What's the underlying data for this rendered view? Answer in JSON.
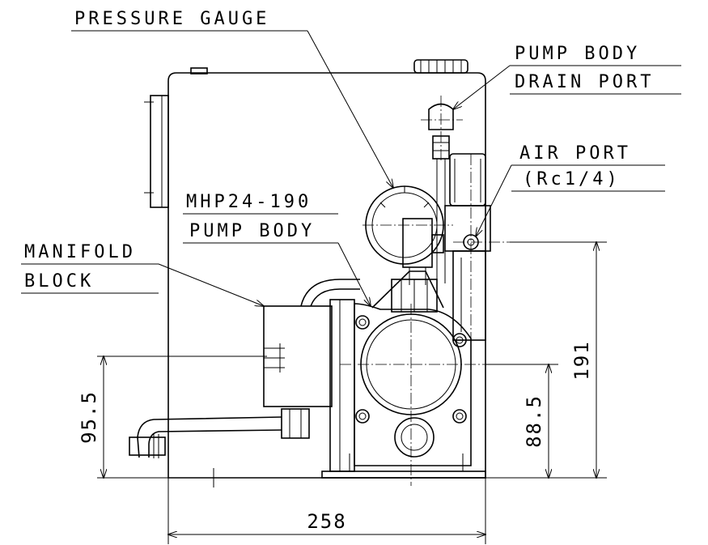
{
  "labels": {
    "pressure_gauge": "PRESSURE GAUGE",
    "pump_body_drain_port_line1": "PUMP BODY",
    "pump_body_drain_port_line2": "DRAIN PORT",
    "air_port_line1": "AIR PORT",
    "air_port_line2": "(Rc1/4)",
    "mhp_pump_body_line1": "MHP24-190",
    "mhp_pump_body_line2": "PUMP BODY",
    "manifold_block_line1": "MANIFOLD",
    "manifold_block_line2": "BLOCK"
  },
  "dimensions": {
    "width": "258",
    "left_height": "95.5",
    "right_height_low": "88.5",
    "right_height_high": "191"
  }
}
